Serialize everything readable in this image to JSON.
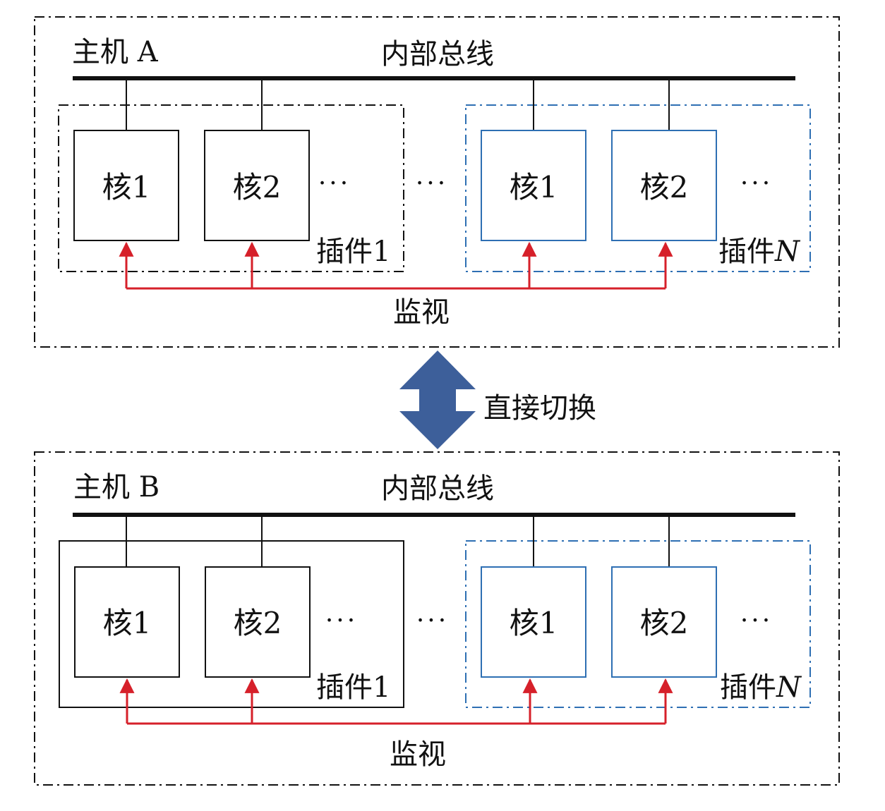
{
  "colors": {
    "line": "#111111",
    "blue": "#2e6fb3",
    "red": "#d6202a",
    "arrow": "#3d5f9a",
    "background": "#ffffff"
  },
  "host_a": {
    "title": "主机 A",
    "bus": "内部总线",
    "plugin1": {
      "core1": "核1",
      "core2": "核2",
      "ellipsis": "···",
      "label": "插件1"
    },
    "middle_ellipsis": "···",
    "pluginN": {
      "core1": "核1",
      "core2": "核2",
      "ellipsis": "···",
      "label_prefix": "插件",
      "label_var": "N"
    },
    "monitor": "监视"
  },
  "switch": {
    "label": "直接切换",
    "icon": "double-arrow-icon"
  },
  "host_b": {
    "title": "主机 B",
    "bus": "内部总线",
    "plugin1": {
      "core1": "核1",
      "core2": "核2",
      "ellipsis": "···",
      "label": "插件1"
    },
    "middle_ellipsis": "···",
    "pluginN": {
      "core1": "核1",
      "core2": "核2",
      "ellipsis": "···",
      "label_prefix": "插件",
      "label_var": "N"
    },
    "monitor": "监视"
  }
}
